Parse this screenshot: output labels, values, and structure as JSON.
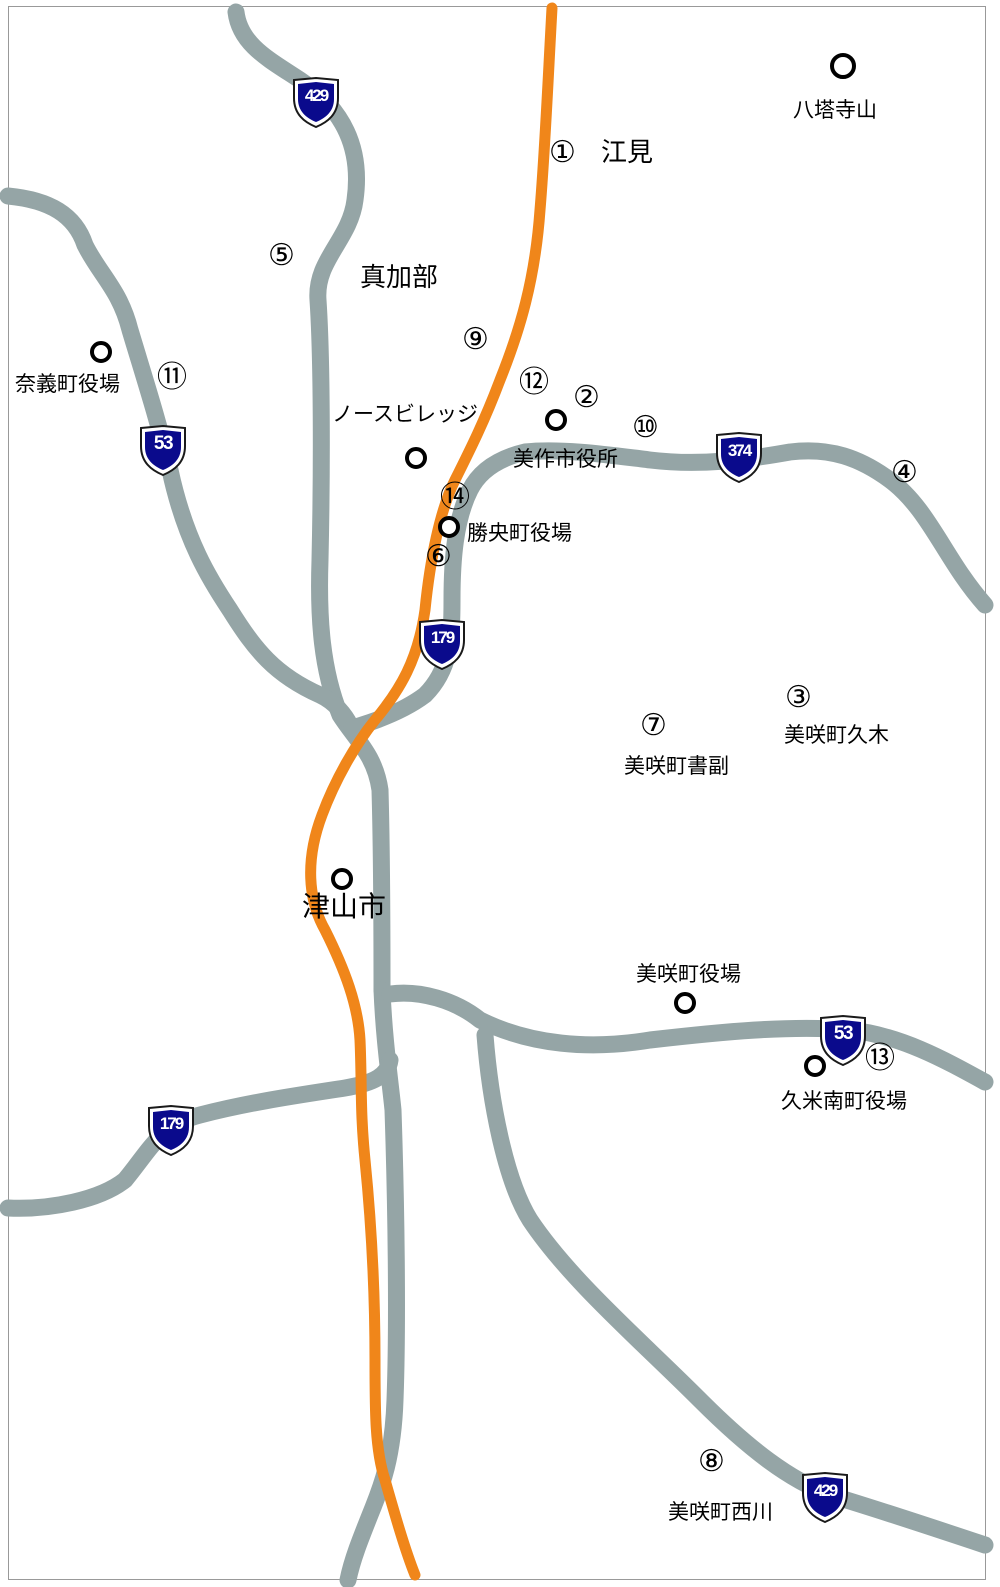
{
  "colors": {
    "road": "#95a5a6",
    "railway": "#f0861a",
    "shield_fill": "#0a0a8c",
    "shield_rim": "#ffffff",
    "shield_outline": "#1a1a1a"
  },
  "route_shields": [
    {
      "id": "429-north",
      "number": "429"
    },
    {
      "id": "53-west",
      "number": "53"
    },
    {
      "id": "374",
      "number": "374"
    },
    {
      "id": "179-center",
      "number": "179"
    },
    {
      "id": "53-east",
      "number": "53"
    },
    {
      "id": "179-south",
      "number": "179"
    },
    {
      "id": "429-south",
      "number": "429"
    }
  ],
  "places": {
    "hattoujisan": "八塔寺山",
    "emi": "江見",
    "makabe": "真加部",
    "nagi_office": "奈義町役場",
    "north_village": "ノースビレッジ",
    "mimasaka_office": "美作市役所",
    "shoo_office": "勝央町役場",
    "misaki_kuki": "美咲町久木",
    "misaki_shozoe": "美咲町書副",
    "tsuyama": "津山市",
    "misaki_office": "美咲町役場",
    "kumenan_office": "久米南町役場",
    "misaki_nishikawa": "美咲町西川"
  },
  "numbered_points": {
    "p1": "①",
    "p2": "②",
    "p3": "③",
    "p4": "④",
    "p5": "⑤",
    "p6": "⑥",
    "p7": "⑦",
    "p8": "⑧",
    "p9": "⑨",
    "p10": "⑩",
    "p11": "⑪",
    "p12": "⑫",
    "p13": "⑬",
    "p14": "⑭"
  }
}
